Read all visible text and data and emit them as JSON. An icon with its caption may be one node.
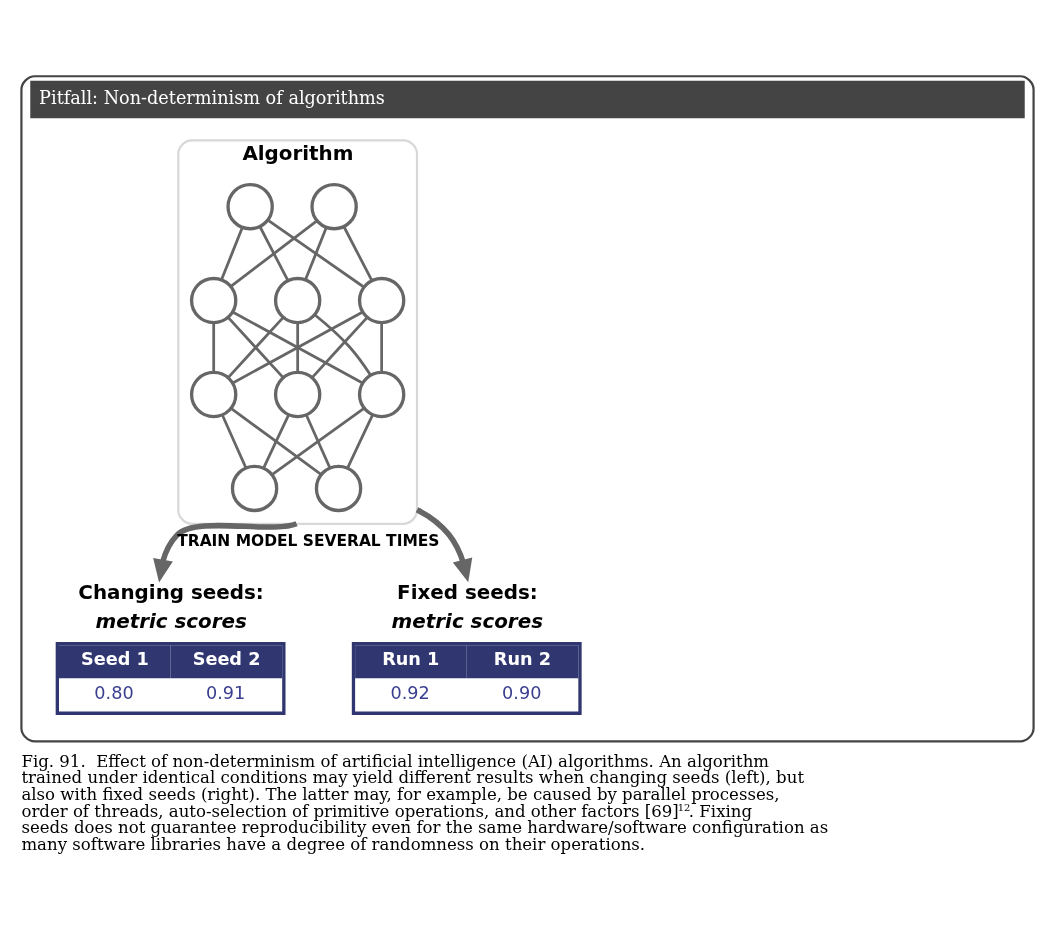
{
  "diagram": {
    "caption": "Fig. 91.  Effect of non-determinism of artificial intelligence (AI) algorithms. An algorithm trained under identical conditions may yield different results when changing seeds (left), but also with fixed seeds (right). The latter may, for example, be caused by parallel processes, order of threads, auto-selection of primitive operations, and other factors [69]$^{12}$. Fixing seeds does not guarantee reproducibility even for the same hardware/software configuration as many software libraries have a degree of randomness on their operations.",
    "nodes": [
      {
        "text": [
          "Pitfall: Non-determinism of algorithms"
        ]
      },
      {
        "text": [
          "Algorithm"
        ],
        "in": 0
      },
      {
        "text": [],
        "shape": "circle",
        "in": 1
      },
      {
        "text": [],
        "shape": "circle",
        "in": 1
      },
      {
        "text": [],
        "shape": "circle",
        "in": 1
      },
      {
        "text": [],
        "shape": "circle",
        "in": 1
      },
      {
        "text": [],
        "shape": "circle",
        "in": 1
      },
      {
        "text": [],
        "shape": "circle",
        "in": 1
      },
      {
        "text": [],
        "shape": "circle",
        "in": 1
      },
      {
        "text": [],
        "shape": "circle",
        "in": 1
      },
      {
        "text": [],
        "shape": "circle",
        "in": 1
      },
      {
        "text": [],
        "shape": "circle",
        "in": 1
      },
      {
        "text": [
          "Changing seeds:",
          "metric scores",
          "Seed 1",
          "Seed 2",
          "0.80",
          "0.91"
        ],
        "in": 0
      },
      {
        "text": [
          "Fixed seeds:",
          "metric scores",
          "Run 1",
          "Run 2",
          "0.92",
          "0.90"
        ],
        "in": 0
      }
    ],
    "edges": [
      {
        "from": 2,
        "to": 4,
        "arrow": "none"
      },
      {
        "from": 2,
        "to": 5,
        "arrow": "none"
      },
      {
        "from": 2,
        "to": 6,
        "arrow": "none"
      },
      {
        "from": 3,
        "to": 4,
        "arrow": "none"
      },
      {
        "from": 3,
        "to": 5,
        "arrow": "none"
      },
      {
        "from": 3,
        "to": 6,
        "arrow": "none"
      },
      {
        "from": 4,
        "to": 7,
        "arrow": "none"
      },
      {
        "from": 4,
        "to": 8,
        "arrow": "none"
      },
      {
        "from": 4,
        "to": 9,
        "arrow": "none"
      },
      {
        "from": 5,
        "to": 7,
        "arrow": "none"
      },
      {
        "from": 5,
        "to": 8,
        "arrow": "none"
      },
      {
        "from": 5,
        "to": 9,
        "arrow": "none"
      },
      {
        "from": 6,
        "to": 7,
        "arrow": "none"
      },
      {
        "from": 6,
        "to": 8,
        "arrow": "none"
      },
      {
        "from": 6,
        "to": 9,
        "arrow": "none"
      },
      {
        "from": 7,
        "to": 10,
        "arrow": "none"
      },
      {
        "from": 7,
        "to": 11,
        "arrow": "none"
      },
      {
        "from": 8,
        "to": 10,
        "arrow": "none"
      },
      {
        "from": 8,
        "to": 11,
        "arrow": "none"
      },
      {
        "from": 9,
        "to": 10,
        "arrow": "none"
      },
      {
        "from": 9,
        "to": 11,
        "arrow": "none"
      },
      {
        "from": 1,
        "to": 12,
        "arrow": "to",
        "style": "thick",
        "label": "TRAIN MODEL SEVERAL TIMES"
      },
      {
        "from": 1,
        "to": 13,
        "arrow": "to",
        "style": "thick"
      }
    ]
  }
}
